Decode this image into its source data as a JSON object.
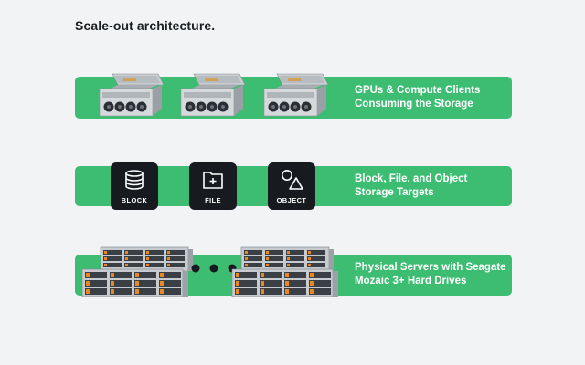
{
  "title": "Scale-out architecture.",
  "colors": {
    "band": "#3dbd72",
    "tile": "#171a1f",
    "drive_accent": "#e8891f"
  },
  "layers": [
    {
      "id": "compute",
      "lines": [
        "GPUs & Compute Clients",
        "Consuming the Storage"
      ]
    },
    {
      "id": "targets",
      "lines": [
        "Block, File, and Object",
        "Storage Targets"
      ]
    },
    {
      "id": "physical",
      "lines": [
        "Physical Servers with Seagate",
        "Mozaic 3+ Hard Drives"
      ]
    }
  ],
  "storage_targets": [
    {
      "label": "BLOCK",
      "icon": "database-icon"
    },
    {
      "label": "FILE",
      "icon": "folder-plus-icon"
    },
    {
      "label": "OBJECT",
      "icon": "shapes-icon"
    }
  ]
}
